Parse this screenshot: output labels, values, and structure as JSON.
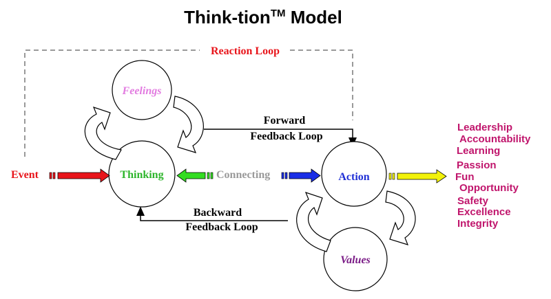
{
  "title": {
    "main": "Think-tion",
    "sup": "TM",
    "rest": " Model"
  },
  "loops": {
    "reaction": "Reaction Loop",
    "forward_line1": "Forward",
    "forward_line2": "Feedback Loop",
    "backward_line1": "Backward",
    "backward_line2": "Feedback Loop"
  },
  "nodes": {
    "feelings": "Feelings",
    "thinking": "Thinking",
    "action": "Action",
    "values": "Values"
  },
  "flow": {
    "event": "Event",
    "connecting": "Connecting"
  },
  "outcomes": [
    "Leadership",
    "Accountability",
    "Learning",
    "Passion",
    "Fun",
    "Opportunity",
    "Safety",
    "Excellence",
    "Integrity"
  ],
  "colors": {
    "event": "#e8151b",
    "feelings": "#e27be0",
    "thinking": "#2db52b",
    "connecting": "#9a9a9a",
    "action": "#1f2fd6",
    "values": "#7a1b86",
    "outcomes": "#c0156c",
    "reaction": "#e8151b",
    "yellow_arrow": "#f2f20a",
    "green_arrow": "#33dd22",
    "blue_arrow": "#1a2ee6"
  }
}
